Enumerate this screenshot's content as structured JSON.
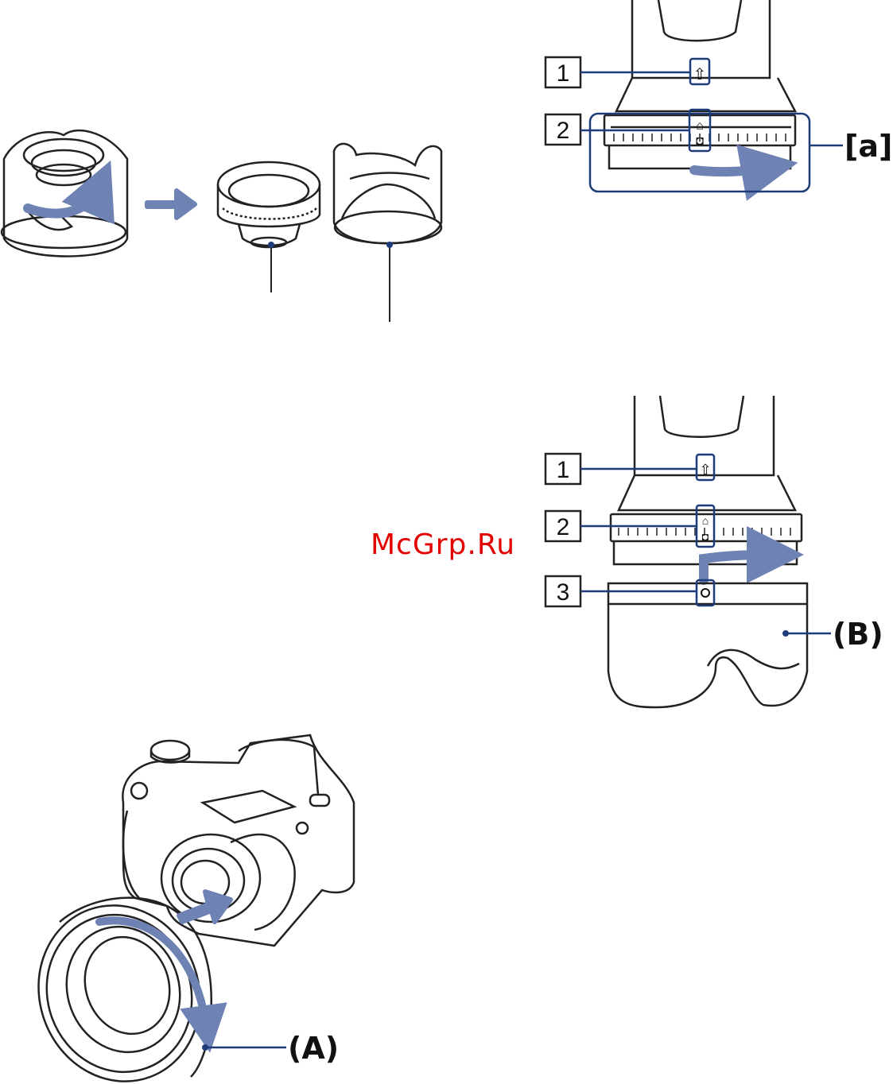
{
  "callouts": {
    "a": "[a]",
    "A": "(A)",
    "B": "(B)"
  },
  "steps_top": [
    "1",
    "2"
  ],
  "steps_bottom": [
    "1",
    "2",
    "3"
  ],
  "watermark": "McGrp.Ru",
  "colors": {
    "arrow": "#6e82b4",
    "leader": "#1f3c7a",
    "ink": "#222222",
    "watermark": "#e30000"
  },
  "icons": [
    "rotate-arrow-icon",
    "right-arrow-icon",
    "push-arrow-icon",
    "hood-remove-arrow-icon"
  ]
}
